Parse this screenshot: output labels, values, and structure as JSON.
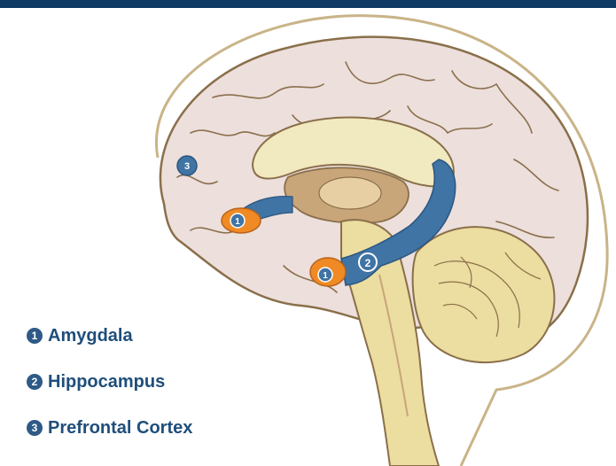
{
  "legend": {
    "items": [
      {
        "number": "1",
        "label": "Amygdala"
      },
      {
        "number": "2",
        "label": "Hippocampus"
      },
      {
        "number": "3",
        "label": "Prefrontal Cortex"
      }
    ]
  },
  "markers": {
    "amygdala_front": "1",
    "amygdala_lower": "1",
    "hippocampus": "2",
    "prefrontal": "3"
  },
  "colors": {
    "header": "#0f3a63",
    "cortex": "#ecdfdc",
    "outline": "#8a6f4a",
    "highlight_blue": "#3f74a4",
    "amygdala_orange": "#f08a24",
    "corpus_callosum": "#f1e9bf",
    "brainstem": "#ecdda0",
    "thalamus": "#c9a57a",
    "legend_text": "#1f4e7a"
  }
}
